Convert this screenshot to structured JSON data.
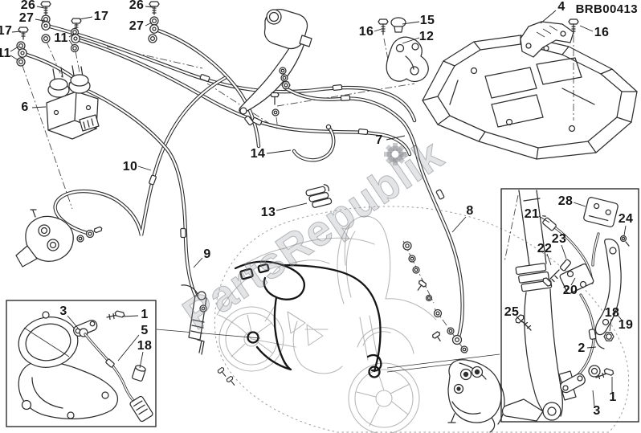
{
  "header": {
    "code": "BRB00413"
  },
  "watermark": {
    "text": "PartsRepublik",
    "icon": "gear"
  },
  "colors": {
    "line": "#2e2e2e",
    "silhouette": "#b6b6b6",
    "routed_line": "#161616",
    "watermark": "#94989d",
    "background": "#ffffff"
  },
  "callouts": [
    {
      "label": "26"
    },
    {
      "label": "27"
    },
    {
      "label": "17"
    },
    {
      "label": "11"
    },
    {
      "label": "17"
    },
    {
      "label": "11"
    },
    {
      "label": "26"
    },
    {
      "label": "27"
    },
    {
      "label": "6"
    },
    {
      "label": "16"
    },
    {
      "label": "15"
    },
    {
      "label": "12"
    },
    {
      "label": "4"
    },
    {
      "label": "16"
    },
    {
      "label": "7"
    },
    {
      "label": "14"
    },
    {
      "label": "13"
    },
    {
      "label": "10"
    },
    {
      "label": "9"
    },
    {
      "label": "8"
    },
    {
      "label": "28"
    },
    {
      "label": "21"
    },
    {
      "label": "24"
    },
    {
      "label": "23"
    },
    {
      "label": "22"
    },
    {
      "label": "20"
    },
    {
      "label": "25"
    },
    {
      "label": "18"
    },
    {
      "label": "19"
    },
    {
      "label": "2"
    },
    {
      "label": "1"
    },
    {
      "label": "3"
    },
    {
      "label": "3"
    },
    {
      "label": "1"
    },
    {
      "label": "5"
    },
    {
      "label": "18"
    }
  ]
}
